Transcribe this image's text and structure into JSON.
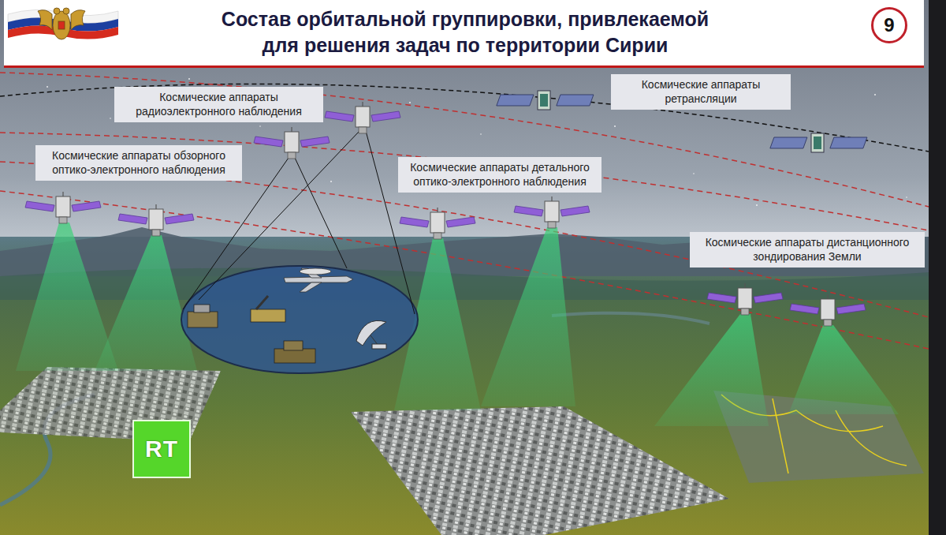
{
  "diagram": {
    "title": "Состав орбитальной группировки, привлекаемой для решения задач по территории Сирии",
    "nodes": [
      {
        "text": [
          "9"
        ]
      },
      {
        "text": [
          "Космические аппараты радиоэлектронного наблюдения"
        ]
      },
      {
        "text": [
          "Космические аппараты ретрансляции"
        ]
      },
      {
        "text": [
          "Космические аппараты обзорного оптико-электронного наблюдения"
        ]
      },
      {
        "text": [
          "Космические аппараты детального оптико-электронного наблюдения"
        ]
      },
      {
        "text": [
          "Космические аппараты дистанционного зондирования Земли"
        ]
      }
    ],
    "labels": [
      "RT"
    ]
  }
}
